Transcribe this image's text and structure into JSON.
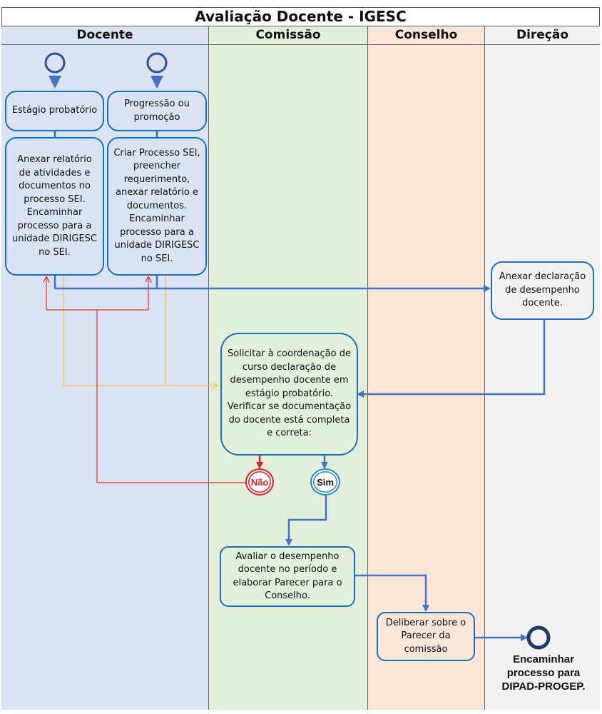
{
  "title": "Avaliação Docente - IGESC",
  "lanes": [
    {
      "label": "Docente",
      "color": "#dae3f3"
    },
    {
      "label": "Comissão",
      "color": "#e2efda"
    },
    {
      "label": "Conselho",
      "color": "#fbe5d6"
    },
    {
      "label": "Direção",
      "color": "#f2f2f2"
    }
  ],
  "nodes": {
    "estagio": "Estágio probatório",
    "progressao": "Progressão ou promoção",
    "anexar_relatorio": "Anexar relatório de atividades e documentos no processo SEI. Encaminhar processo para a unidade DIRIGESC no SEI.",
    "criar_processo": "Criar Processo SEI, preencher requerimento, anexar relatório e documentos. Encaminhar processo para a unidade DIRIGESC no SEI.",
    "anexar_declaracao": "Anexar declaração de desempenho docente.",
    "solicitar": "Solicitar à coordenação de curso declaração de desempenho docente em estágio probatório. Verificar se documentação do docente está completa e correta:",
    "nao": "Não",
    "sim": "Sim",
    "avaliar": "Avaliar o desempenho docente no período e elaborar Parecer para o Conselho.",
    "deliberar": "Deliberar sobre o Parecer da comissão",
    "encaminhar": "Encaminhar processo para DIPAD-PROGEP."
  },
  "colors": {
    "box_border": "#1d6fb8",
    "flow": "#4472c4",
    "return_red": "#e03030",
    "return_yellow": "#f5c242",
    "nao": "#e02020",
    "sim": "#2e86c1"
  }
}
